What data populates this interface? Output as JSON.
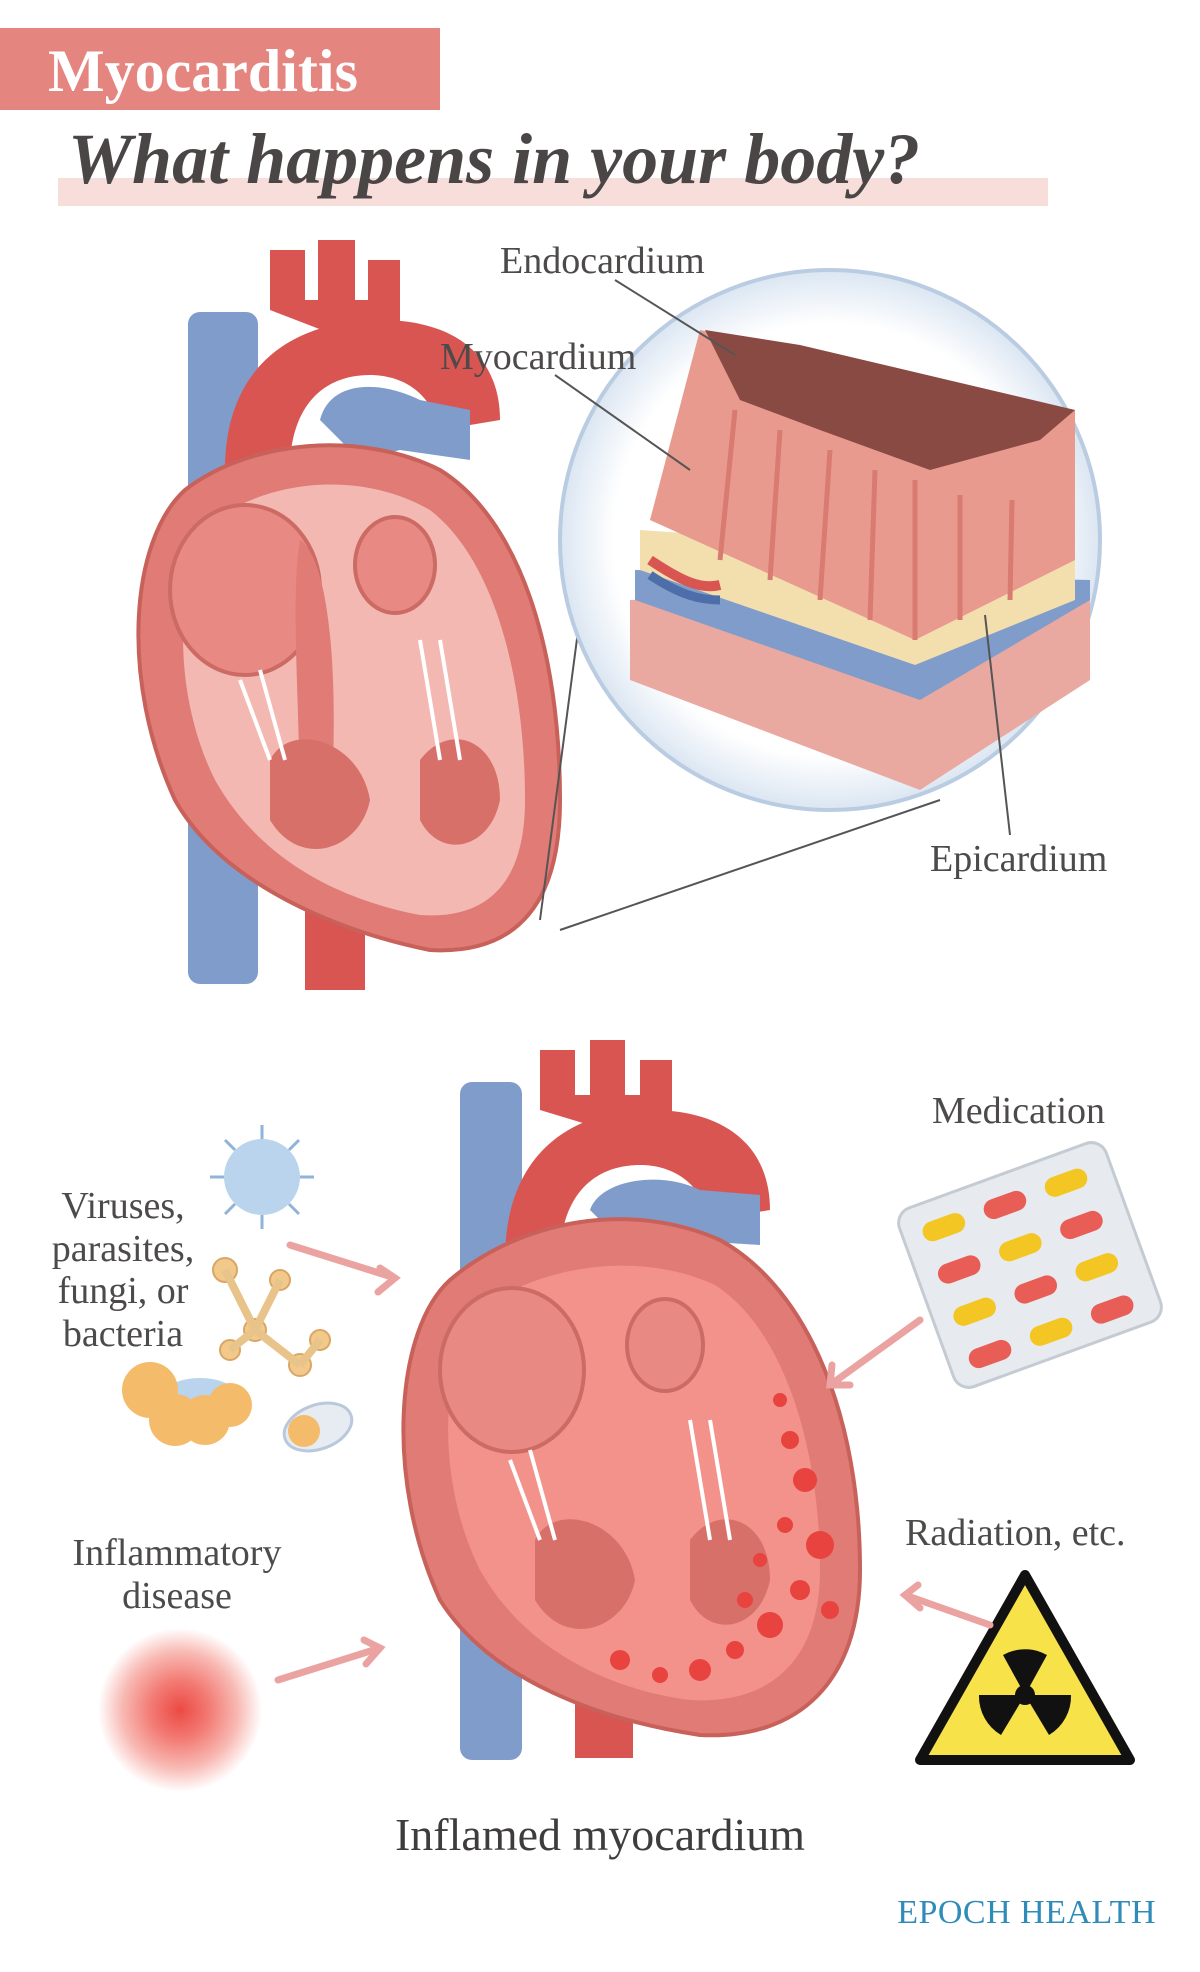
{
  "header": {
    "tag": "Myocarditis",
    "subtitle": "What happens in your body?"
  },
  "layers": {
    "endocardium": "Endocardium",
    "myocardium": "Myocardium",
    "epicardium": "Epicardium"
  },
  "causes": {
    "pathogens": [
      "Viruses,",
      "parasites,",
      "fungi, or",
      "bacteria"
    ],
    "inflammatory": [
      "Inflammatory",
      "disease"
    ],
    "medication": "Medication",
    "radiation": "Radiation, etc."
  },
  "caption": "Inflamed myocardium",
  "brand": "EPOCH HEALTH",
  "colors": {
    "tag": "#e58580",
    "heart": "#e07b76",
    "aorta": "#d95552",
    "vein": "#7f9ccb",
    "brand": "#2f8bb7"
  }
}
